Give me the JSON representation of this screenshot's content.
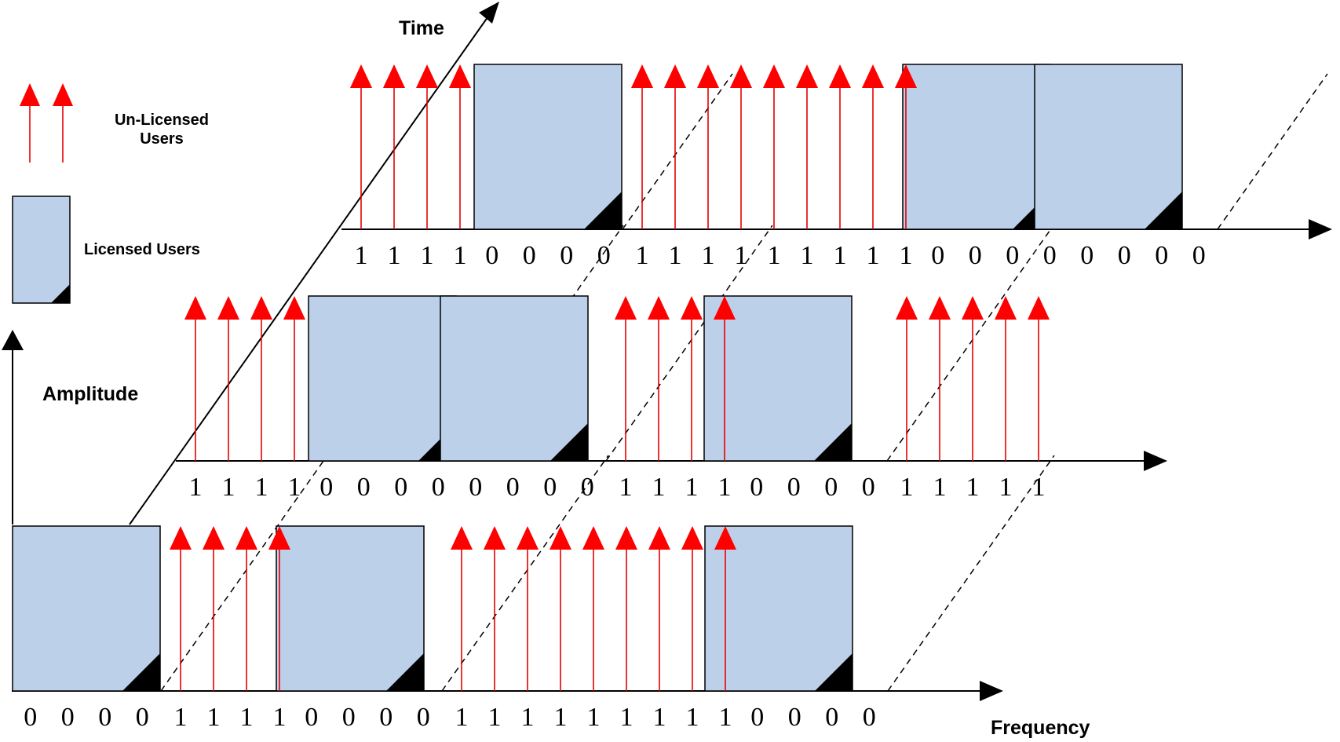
{
  "legend": {
    "unlicensed_label_line1": "Un-Licensed",
    "unlicensed_label_line2": "Users",
    "licensed_label": "Licensed Users"
  },
  "axes": {
    "time": "Time",
    "amplitude": "Amplitude",
    "frequency": "Frequency"
  },
  "colors": {
    "licensed_fill": "#bcd0ea",
    "unlicensed_arrow": "#ff0000"
  },
  "rows": [
    {
      "name": "front",
      "bits": [
        "0",
        "0",
        "0",
        "0",
        "1",
        "1",
        "1",
        "1",
        "0",
        "0",
        "0",
        "0",
        "1",
        "1",
        "1",
        "1",
        "1",
        "1",
        "1",
        "1",
        "1",
        "0",
        "0",
        "0",
        "0"
      ]
    },
    {
      "name": "middle",
      "bits": [
        "1",
        "1",
        "1",
        "1",
        "0",
        "0",
        "0",
        "0",
        "0",
        "0",
        "0",
        "0",
        "1",
        "1",
        "1",
        "1",
        "0",
        "0",
        "0",
        "0",
        "1",
        "1",
        "1",
        "1",
        "1"
      ]
    },
    {
      "name": "back",
      "bits": [
        "1",
        "1",
        "1",
        "1",
        "0",
        "0",
        "0",
        "0",
        "1",
        "1",
        "1",
        "1",
        "1",
        "1",
        "1",
        "1",
        "1",
        "0",
        "0",
        "0",
        "0",
        "0",
        "0",
        "0",
        "0"
      ]
    }
  ]
}
